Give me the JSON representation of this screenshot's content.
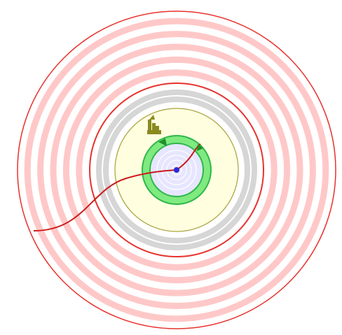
{
  "diagram": {
    "colors": {
      "background": "#ffffff",
      "outer_zone_stripe": "#ffc8c8",
      "outer_zone_border": "#e8322d",
      "outer_zone_interior": "#ffffff",
      "grey_band_stripe": "#d6d6d6",
      "yellow_zone_fill": "#ffffe0",
      "yellow_zone_border": "#a7a23a",
      "green_ring_fill": "#7fea7f",
      "green_ring_border": "#2fb64a",
      "core_fill": "#e6e6ff",
      "core_ripple": "#ffffff",
      "center_dot": "#2a2ad8",
      "path_line": "#cc1a1a",
      "arrow_marker": "#1e8f2a",
      "pin_icon": "#8b8a1f"
    },
    "outer_zone_stripe_count": 5,
    "grey_band_stripe_count": 2,
    "core_ripple_count": 4,
    "icons": [
      "outer-stripe-zone",
      "grey-band",
      "yellow-zone",
      "green-ring",
      "center-dot",
      "path-line",
      "arrow-marker",
      "pin-icon"
    ]
  }
}
